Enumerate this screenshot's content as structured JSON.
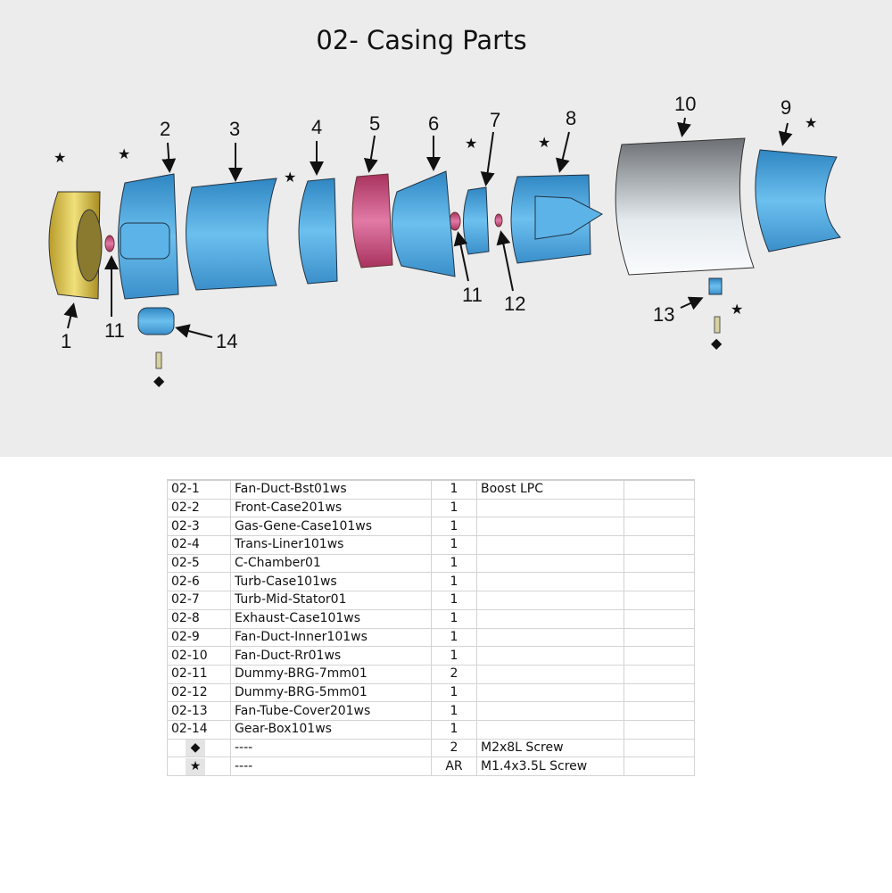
{
  "title": "02- Casing Parts",
  "callouts": {
    "n1": "1",
    "n2": "2",
    "n3": "3",
    "n4": "4",
    "n5": "5",
    "n6": "6",
    "n7": "7",
    "n8": "8",
    "n9": "9",
    "n10": "10",
    "n11a": "11",
    "n11b": "11",
    "n12": "12",
    "n13": "13",
    "n14": "14"
  },
  "symbols": {
    "star": "★",
    "diamond": "◆"
  },
  "colors": {
    "yellow_part": "#d8c24a",
    "blue_part": "#4aa3dc",
    "pink_part": "#c94a7e",
    "silver_part": "#9aa0a6",
    "background": "#ececec"
  },
  "parts": [
    {
      "id": "02-1",
      "name": "Fan-Duct-Bst01ws",
      "qty": "1",
      "note": "Boost LPC"
    },
    {
      "id": "02-2",
      "name": "Front-Case201ws",
      "qty": "1",
      "note": ""
    },
    {
      "id": "02-3",
      "name": "Gas-Gene-Case101ws",
      "qty": "1",
      "note": ""
    },
    {
      "id": "02-4",
      "name": "Trans-Liner101ws",
      "qty": "1",
      "note": ""
    },
    {
      "id": "02-5",
      "name": "C-Chamber01",
      "qty": "1",
      "note": ""
    },
    {
      "id": "02-6",
      "name": "Turb-Case101ws",
      "qty": "1",
      "note": ""
    },
    {
      "id": "02-7",
      "name": "Turb-Mid-Stator01",
      "qty": "1",
      "note": ""
    },
    {
      "id": "02-8",
      "name": "Exhaust-Case101ws",
      "qty": "1",
      "note": ""
    },
    {
      "id": "02-9",
      "name": "Fan-Duct-Inner101ws",
      "qty": "1",
      "note": ""
    },
    {
      "id": "02-10",
      "name": "Fan-Duct-Rr01ws",
      "qty": "1",
      "note": ""
    },
    {
      "id": "02-11",
      "name": "Dummy-BRG-7mm01",
      "qty": "2",
      "note": ""
    },
    {
      "id": "02-12",
      "name": "Dummy-BRG-5mm01",
      "qty": "1",
      "note": ""
    },
    {
      "id": "02-13",
      "name": "Fan-Tube-Cover201ws",
      "qty": "1",
      "note": ""
    },
    {
      "id": "02-14",
      "name": "Gear-Box101ws",
      "qty": "1",
      "note": ""
    },
    {
      "id": "◆",
      "name": "----",
      "qty": "2",
      "note": "M2x8L Screw"
    },
    {
      "id": "★",
      "name": "----",
      "qty": "AR",
      "note": "M1.4x3.5L Screw"
    }
  ]
}
